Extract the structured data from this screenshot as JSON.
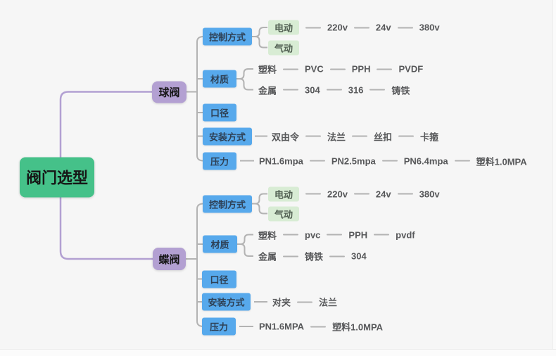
{
  "colors": {
    "canvas_bg": "#f6f6f6",
    "root_bg": "#45c189",
    "root_text": "#161616",
    "branch_bg": "#b3a0d2",
    "branch_text": "#161616",
    "topic_bg": "#57a9ec",
    "topic_text": "#2e4156",
    "leafbox_bg": "#d8ecd4",
    "leafbox_text": "#515f52",
    "leaf_text": "#57585a",
    "line_gray": "#b3b3b3",
    "line_purple": "#b2a0d2"
  },
  "root": {
    "label": "阀门选型"
  },
  "branches": [
    {
      "label": "球阀",
      "topics": [
        {
          "label": "控制方式",
          "rows": [
            {
              "head": "电动",
              "head_style": "box",
              "chain": [
                "220v",
                "24v",
                "380v"
              ]
            },
            {
              "head": "气动",
              "head_style": "box",
              "chain": []
            }
          ]
        },
        {
          "label": "材质",
          "rows": [
            {
              "head": "塑料",
              "head_style": "text",
              "chain": [
                "PVC",
                "PPH",
                "PVDF"
              ]
            },
            {
              "head": "金属",
              "head_style": "text",
              "chain": [
                "304",
                "316",
                "铸铁"
              ]
            }
          ]
        },
        {
          "label": "口径",
          "rows": []
        },
        {
          "label": "安装方式",
          "rows": [
            {
              "head": "双由令",
              "head_style": "text",
              "chain": [
                "法兰",
                "丝扣",
                "卡箍"
              ]
            }
          ]
        },
        {
          "label": "压力",
          "rows": [
            {
              "head": "PN1.6mpa",
              "head_style": "text",
              "chain": [
                "PN2.5mpa",
                "PN6.4mpa",
                "塑料1.0MPA"
              ]
            }
          ]
        }
      ]
    },
    {
      "label": "蝶阀",
      "topics": [
        {
          "label": "控制方式",
          "rows": [
            {
              "head": "电动",
              "head_style": "box",
              "chain": [
                "220v",
                "24v",
                "380v"
              ]
            },
            {
              "head": "气动",
              "head_style": "box",
              "chain": []
            }
          ]
        },
        {
          "label": "材质",
          "rows": [
            {
              "head": "塑料",
              "head_style": "text",
              "chain": [
                "pvc",
                "PPH",
                "pvdf"
              ]
            },
            {
              "head": "金属",
              "head_style": "text",
              "chain": [
                "铸铁",
                "304"
              ]
            }
          ]
        },
        {
          "label": "口径",
          "rows": []
        },
        {
          "label": "安装方式",
          "rows": [
            {
              "head": "对夹",
              "head_style": "text",
              "chain": [
                "法兰"
              ]
            }
          ]
        },
        {
          "label": "压力",
          "rows": [
            {
              "head": "PN1.6MPA",
              "head_style": "text",
              "chain": [
                "塑料1.0MPA"
              ]
            }
          ]
        }
      ]
    }
  ]
}
